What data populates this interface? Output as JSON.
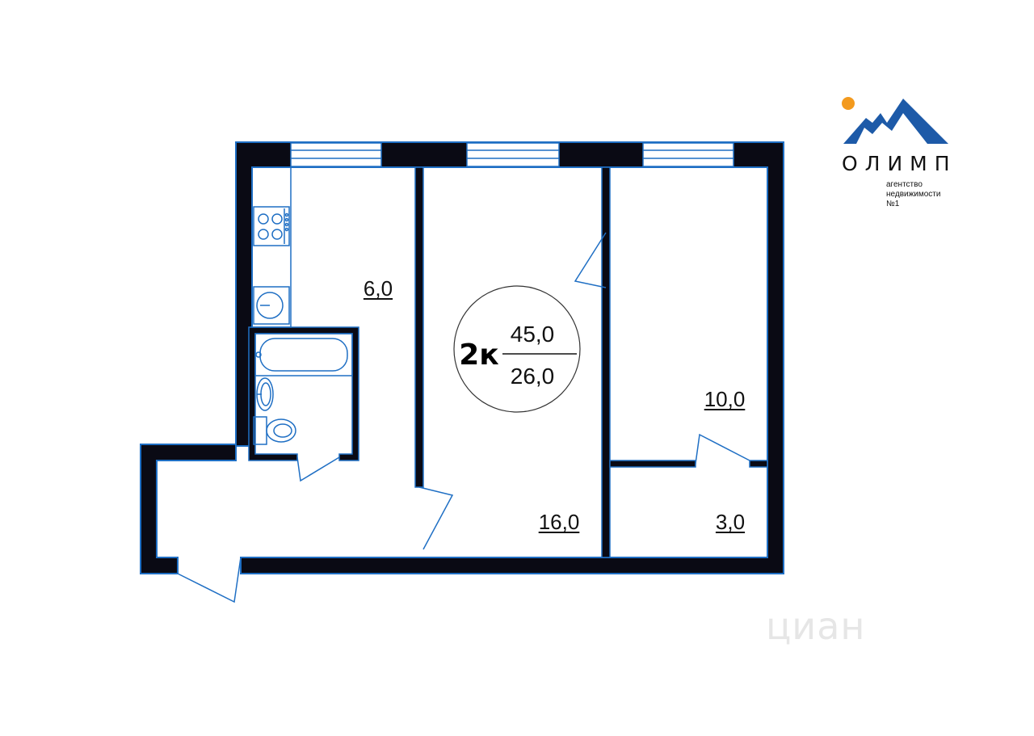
{
  "plan": {
    "badge": {
      "type": "2к",
      "total_area": "45,0",
      "living_area": "26,0"
    },
    "rooms": [
      {
        "id": "kitchen",
        "area": "6,0"
      },
      {
        "id": "living-room",
        "area": "16,0"
      },
      {
        "id": "bedroom",
        "area": "10,0"
      },
      {
        "id": "closet",
        "area": "3,0"
      }
    ]
  },
  "logo": {
    "name": "ОЛИМП",
    "tagline": [
      "агентство",
      "недвижимости",
      "№1"
    ]
  },
  "watermark": "циан",
  "colors": {
    "wall": "#0a0a14",
    "outline": "#1f6fc4",
    "logo_blue": "#1d5aa8",
    "logo_sun": "#f39a1e"
  }
}
